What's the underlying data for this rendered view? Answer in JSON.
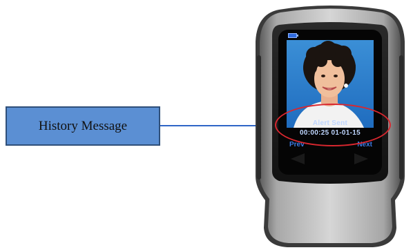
{
  "callout": {
    "label": "History Message"
  },
  "device": {
    "screen": {
      "battery_icon": "battery-icon",
      "message_title": "Alert Sent",
      "message_time": "00:00:25 01-01-15",
      "prev_label": "Prev",
      "next_label": "Next"
    },
    "highlight_color": "#d9272f",
    "accent_blue": "#3c7be4",
    "callout_fill": "#5b8fd3"
  }
}
